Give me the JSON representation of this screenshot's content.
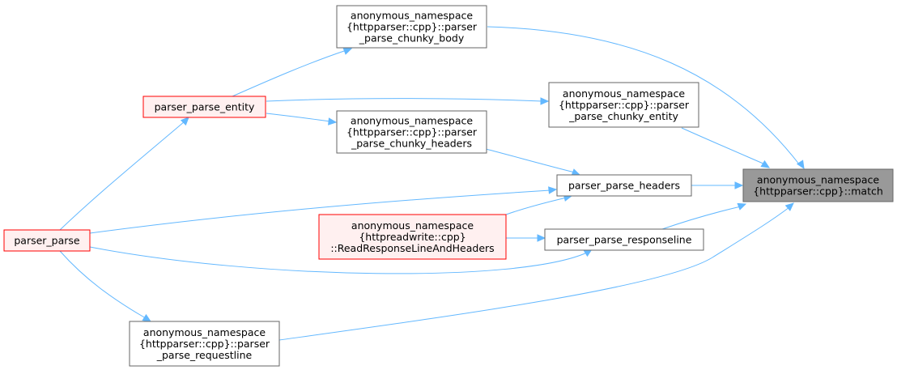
{
  "colors": {
    "edge": "#63b8ff",
    "node_fill": "#ffffff",
    "node_stroke": "#666666",
    "target_fill": "#999999",
    "target_stroke": "#666666",
    "truncated_fill": "#fff0f0",
    "truncated_stroke": "#ff0000",
    "text": "#000000"
  },
  "nodes": {
    "match": {
      "lines": [
        "anonymous_namespace",
        "{httpparser::cpp}::match"
      ],
      "style": "target"
    },
    "parse_chunky_body": {
      "lines": [
        "anonymous_namespace",
        "{httpparser::cpp}::parser",
        "_parse_chunky_body"
      ],
      "style": "normal"
    },
    "parse_entity": {
      "lines": [
        "parser_parse_entity"
      ],
      "style": "truncated"
    },
    "parse_chunky_entity": {
      "lines": [
        "anonymous_namespace",
        "{httpparser::cpp}::parser",
        "_parse_chunky_entity"
      ],
      "style": "normal"
    },
    "parse_chunky_headers": {
      "lines": [
        "anonymous_namespace",
        "{httpparser::cpp}::parser",
        "_parse_chunky_headers"
      ],
      "style": "normal"
    },
    "parse_headers": {
      "lines": [
        "parser_parse_headers"
      ],
      "style": "normal"
    },
    "parse": {
      "lines": [
        "parser_parse"
      ],
      "style": "truncated"
    },
    "read_response": {
      "lines": [
        "anonymous_namespace",
        "{httpreadwrite::cpp}",
        "::ReadResponseLineAndHeaders"
      ],
      "style": "truncated"
    },
    "parse_responseline": {
      "lines": [
        "parser_parse_responseline"
      ],
      "style": "normal"
    },
    "parse_requestline": {
      "lines": [
        "anonymous_namespace",
        "{httpparser::cpp}::parser",
        "_parse_requestline"
      ],
      "style": "normal"
    }
  },
  "edges": [
    {
      "from": "parse_chunky_body",
      "to": "match"
    },
    {
      "from": "parse_chunky_entity",
      "to": "match"
    },
    {
      "from": "parse_headers",
      "to": "match"
    },
    {
      "from": "parse_responseline",
      "to": "match"
    },
    {
      "from": "parse_requestline",
      "to": "match"
    },
    {
      "from": "parse_entity",
      "to": "parse_chunky_body"
    },
    {
      "from": "parse_entity",
      "to": "parse_chunky_entity"
    },
    {
      "from": "parse_entity",
      "to": "parse_chunky_headers"
    },
    {
      "from": "parse_chunky_headers",
      "to": "parse_headers"
    },
    {
      "from": "parse",
      "to": "parse_entity"
    },
    {
      "from": "parse",
      "to": "parse_headers"
    },
    {
      "from": "parse",
      "to": "parse_responseline"
    },
    {
      "from": "parse",
      "to": "parse_requestline"
    },
    {
      "from": "read_response",
      "to": "parse_headers"
    },
    {
      "from": "read_response",
      "to": "parse_responseline"
    }
  ]
}
